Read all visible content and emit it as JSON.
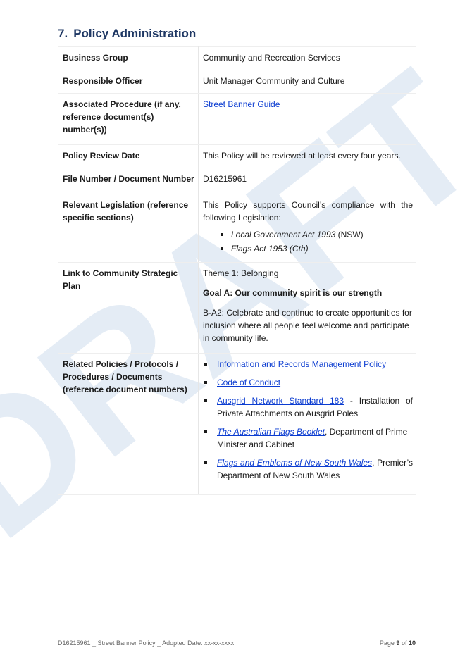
{
  "watermark": {
    "text": "DRAFT",
    "color": "#dbe6f2"
  },
  "heading": {
    "number": "7.",
    "title": "Policy Administration"
  },
  "rows": {
    "business_group": {
      "label": "Business Group",
      "value": "Community and Recreation Services"
    },
    "responsible_officer": {
      "label": "Responsible Officer",
      "value": "Unit Manager Community and Culture"
    },
    "associated_procedure": {
      "label": "Associated Procedure (if any, reference document(s) number(s))",
      "link": "Street Banner Guide"
    },
    "review_date": {
      "label": "Policy Review Date",
      "value": "This Policy will be reviewed at least every four years."
    },
    "file_number": {
      "label": "File Number / Document Number",
      "value": "D16215961"
    },
    "legislation": {
      "label": "Relevant Legislation (reference specific sections)",
      "intro": "This Policy supports Council’s compliance with the following Legislation:",
      "items": [
        {
          "title": "Local Government Act 1993",
          "suffix": " (NSW)"
        },
        {
          "title": "Flags Act 1953 (Cth)",
          "suffix": ""
        }
      ]
    },
    "strategic_plan": {
      "label": "Link to Community Strategic Plan",
      "theme": "Theme 1: Belonging",
      "goal": "Goal A: Our community spirit is our strength",
      "detail": "B-A2: Celebrate and continue to create opportunities for inclusion where all people feel welcome and participate in community life."
    },
    "related": {
      "label": "Related Policies / Protocols / Procedures / Documents (reference document numbers)",
      "items": [
        {
          "link": "Information and Records Management Policy",
          "suffix": ""
        },
        {
          "link": "Code of Conduct",
          "suffix": ""
        },
        {
          "link": "Ausgrid Network Standard 183",
          "suffix": " - Installation of Private Attachments on Ausgrid Poles"
        },
        {
          "link": "The Australian Flags Booklet",
          "suffix": ", Department of Prime Minister and Cabinet"
        },
        {
          "link": "Flags and Emblems of New South Wales",
          "suffix": ", Premier’s Department of New South Wales"
        }
      ]
    }
  },
  "footer": {
    "left": "D16215961 _ Street Banner Policy _ Adopted Date: xx-xx-xxxx",
    "page_prefix": "Page",
    "page_current": "9",
    "page_of": "of",
    "page_total": "10"
  }
}
